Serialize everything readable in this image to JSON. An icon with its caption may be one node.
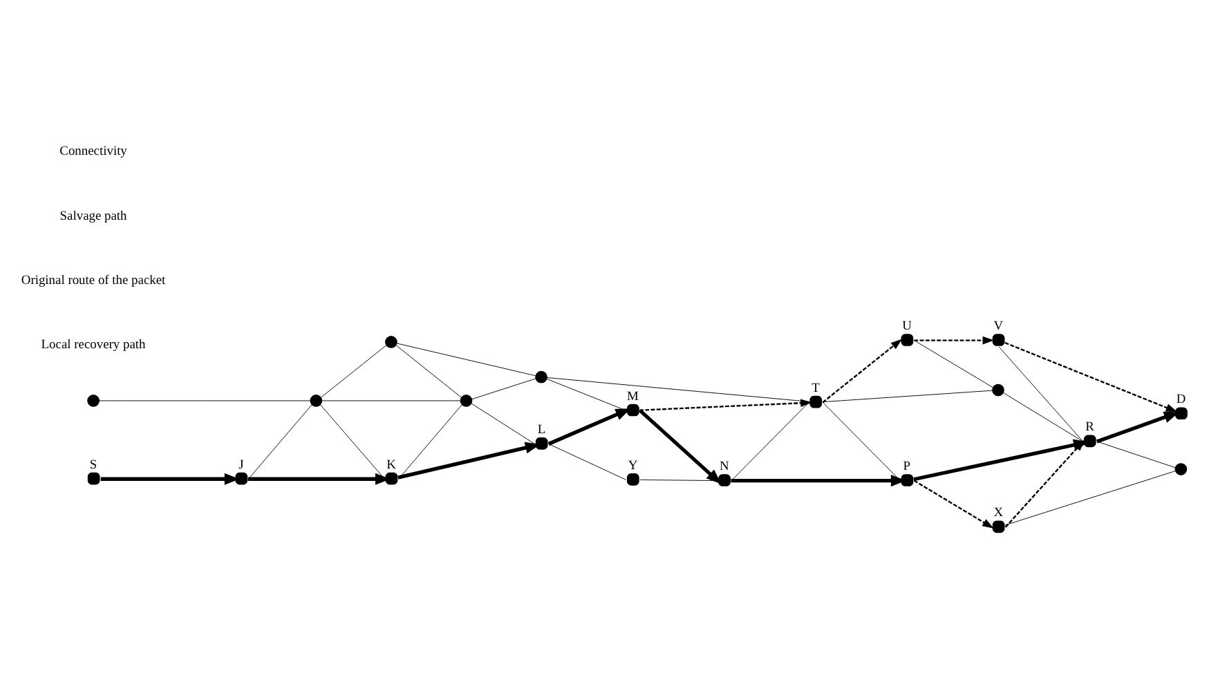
{
  "diagram": {
    "nodes": [
      {
        "text": [],
        "shape": "circle"
      },
      {
        "text": [],
        "shape": "circle"
      },
      {
        "text": [],
        "shape": "circle"
      },
      {
        "text": [],
        "shape": "circle"
      },
      {
        "text": [],
        "shape": "circle"
      },
      {
        "text": [],
        "shape": "circle",
        "beside": [
          "U"
        ]
      },
      {
        "text": [],
        "shape": "circle",
        "beside": [
          "V"
        ]
      },
      {
        "text": [],
        "shape": "circle",
        "beside": [
          "T"
        ]
      },
      {
        "text": [],
        "shape": "circle"
      },
      {
        "text": [],
        "shape": "circle",
        "beside": [
          "J"
        ]
      },
      {
        "text": [],
        "shape": "circle",
        "beside": [
          "R"
        ]
      },
      {
        "text": [],
        "shape": "circle",
        "beside": [
          "D"
        ]
      },
      {
        "text": [],
        "shape": "circle",
        "beside": [
          "M"
        ]
      },
      {
        "text": [],
        "shape": "circle",
        "beside": [
          "P"
        ]
      },
      {
        "text": [],
        "shape": "circle",
        "beside": [
          "S"
        ]
      },
      {
        "text": [],
        "shape": "circle",
        "beside": [
          "K"
        ]
      },
      {
        "text": [],
        "shape": "circle",
        "beside": [
          "L"
        ]
      },
      {
        "text": [],
        "shape": "circle",
        "beside": [
          "N"
        ]
      },
      {
        "text": [],
        "shape": "circle",
        "beside": [
          "X"
        ]
      },
      {
        "text": [],
        "shape": "circle"
      },
      {
        "text": [],
        "shape": "circle",
        "beside": [
          "Y"
        ]
      }
    ],
    "edges": [
      {
        "from": 0,
        "to": 2,
        "arrow": "none"
      },
      {
        "from": 2,
        "to": 1,
        "arrow": "none"
      },
      {
        "from": 1,
        "to": 3,
        "arrow": "none"
      },
      {
        "from": 1,
        "to": 4,
        "arrow": "none"
      },
      {
        "from": 2,
        "to": 3,
        "arrow": "none"
      },
      {
        "from": 9,
        "to": 2,
        "arrow": "none"
      },
      {
        "from": 2,
        "to": 15,
        "arrow": "none"
      },
      {
        "from": 15,
        "to": 3,
        "arrow": "none"
      },
      {
        "from": 3,
        "to": 16,
        "arrow": "none"
      },
      {
        "from": 3,
        "to": 4,
        "arrow": "none"
      },
      {
        "from": 4,
        "to": 7,
        "arrow": "none"
      },
      {
        "from": 4,
        "to": 12,
        "arrow": "none"
      },
      {
        "from": 7,
        "to": 8,
        "arrow": "none"
      },
      {
        "from": 5,
        "to": 8,
        "arrow": "none"
      },
      {
        "from": 8,
        "to": 10,
        "arrow": "none"
      },
      {
        "from": 17,
        "to": 7,
        "arrow": "none"
      },
      {
        "from": 7,
        "to": 13,
        "arrow": "none"
      },
      {
        "from": 6,
        "to": 10,
        "arrow": "none"
      },
      {
        "from": 10,
        "to": 19,
        "arrow": "none"
      },
      {
        "from": 18,
        "to": 19,
        "arrow": "none"
      },
      {
        "from": 16,
        "to": 20,
        "arrow": "none"
      },
      {
        "from": 20,
        "to": 17,
        "arrow": "none"
      },
      {
        "from": 14,
        "to": 9,
        "arrow": "to",
        "style": "thick"
      },
      {
        "from": 9,
        "to": 15,
        "arrow": "to",
        "style": "thick"
      },
      {
        "from": 15,
        "to": 16,
        "arrow": "to",
        "style": "thick"
      },
      {
        "from": 16,
        "to": 12,
        "arrow": "to",
        "style": "thick"
      },
      {
        "from": 12,
        "to": 17,
        "arrow": "to",
        "style": "thick"
      },
      {
        "from": 17,
        "to": 13,
        "arrow": "to",
        "style": "thick"
      },
      {
        "from": 13,
        "to": 10,
        "arrow": "to",
        "style": "thick"
      },
      {
        "from": 10,
        "to": 11,
        "arrow": "to",
        "style": "thick"
      },
      {
        "from": 12,
        "to": 7,
        "arrow": "to",
        "style": "dashed"
      },
      {
        "from": 7,
        "to": 5,
        "arrow": "to",
        "style": "dashed"
      },
      {
        "from": 5,
        "to": 6,
        "arrow": "to",
        "style": "dashed"
      },
      {
        "from": 6,
        "to": 11,
        "arrow": "to",
        "style": "dashed"
      },
      {
        "from": 13,
        "to": 18,
        "arrow": "to",
        "style": "dashed"
      },
      {
        "from": 18,
        "to": 10,
        "arrow": "to",
        "style": "dashed"
      }
    ],
    "legend": [
      {
        "text": "Connectivity"
      },
      {
        "text": "Salvage path"
      },
      {
        "text": "Original route of the packet"
      },
      {
        "text": "Local recovery path"
      }
    ]
  }
}
